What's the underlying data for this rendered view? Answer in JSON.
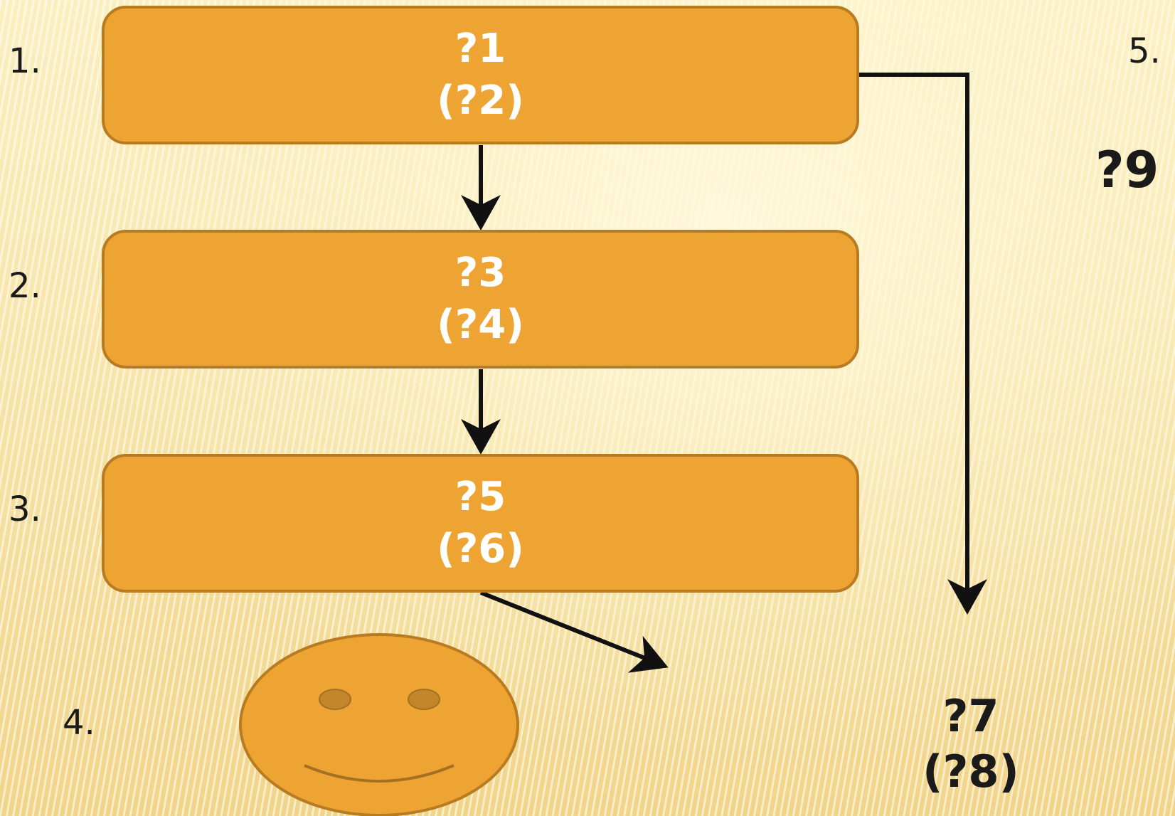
{
  "numbers": [
    "1.",
    "2.",
    "3.",
    "4.",
    "5."
  ],
  "boxes": [
    {
      "title": "?1",
      "subtitle": "(?2)"
    },
    {
      "title": "?3",
      "subtitle": "(?4)"
    },
    {
      "title": "?5",
      "subtitle": "(?6)"
    }
  ],
  "outcome": {
    "title": "?7",
    "subtitle": "(?8)"
  },
  "side_label": "?9",
  "colors": {
    "box_fill": "#eea433",
    "box_border": "#b97b21",
    "arrow": "#111111"
  }
}
